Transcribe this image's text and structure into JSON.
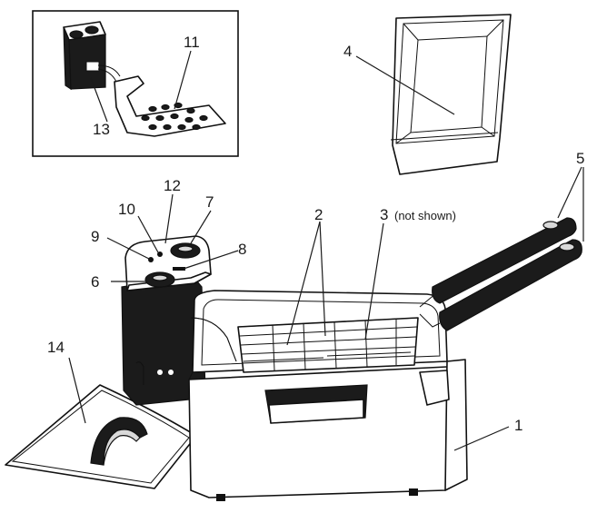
{
  "labels": {
    "l1": "1",
    "l2": "2",
    "l3": "3",
    "l3_note": "(not shown)",
    "l4": "4",
    "l5": "5",
    "l6": "6",
    "l7": "7",
    "l8": "8",
    "l9": "9",
    "l10": "10",
    "l11": "11",
    "l12": "12",
    "l13": "13",
    "l14": "14"
  },
  "colors": {
    "ink": "#111111",
    "handle": "#1b1b1b",
    "background": "#ffffff"
  }
}
